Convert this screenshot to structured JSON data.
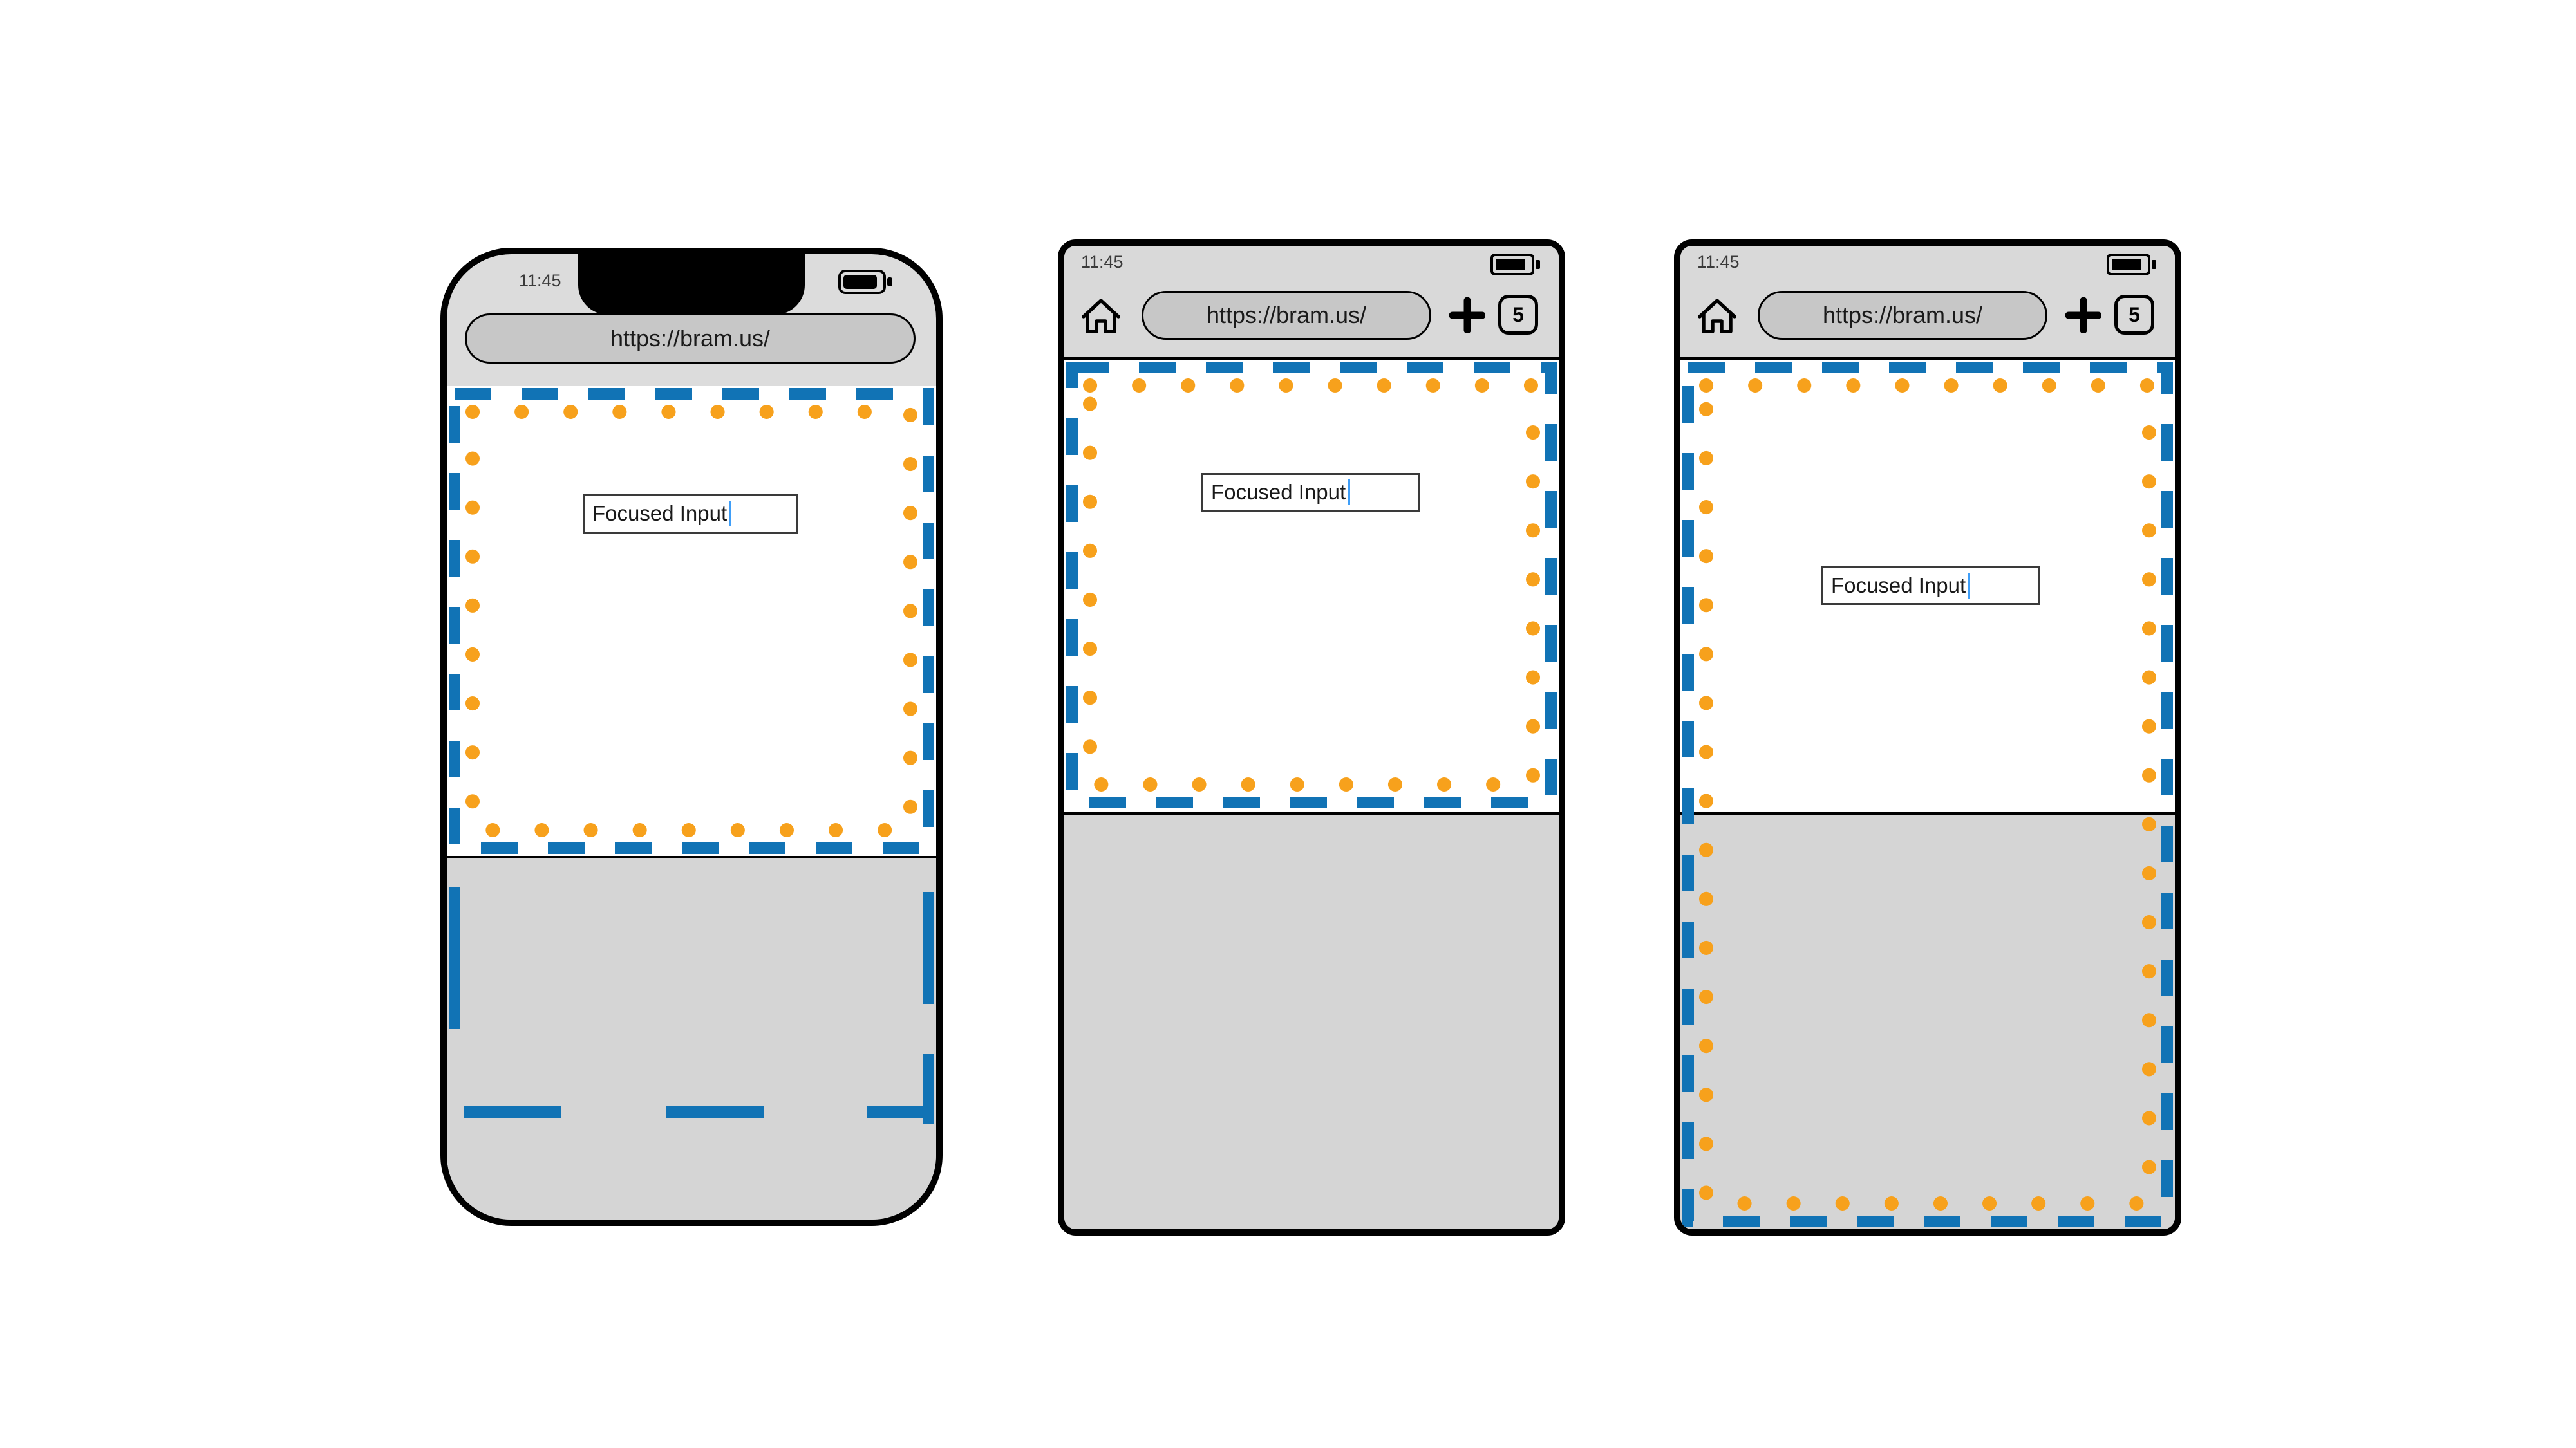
{
  "diagram": {
    "background": "#ffffff"
  },
  "colors": {
    "dash_blue": "#1173b5",
    "dot_orange": "#f7a11c",
    "caret_blue": "#3f9ef8",
    "phone_body_gray": "#dcdcdc",
    "browser_chrome_gray": "#d9d9d9",
    "url_pill_gray": "#c7c7c7",
    "keyboard_gray": "#d5d5d5"
  },
  "phones": [
    {
      "name": "iphone",
      "status": {
        "time": "11:45",
        "battery_icon": "battery-icon",
        "notch_icon": "notch"
      },
      "url_bar": {
        "text": "https://bram.us/"
      },
      "page": {
        "input_value": "Focused Input",
        "caret_icon": "text-caret"
      }
    },
    {
      "name": "android-left",
      "status": {
        "time": "11:45",
        "battery_icon": "battery-icon"
      },
      "toolbar": {
        "home_icon": "home-icon",
        "url_text": "https://bram.us/",
        "new_tab_icon": "plus-icon",
        "tab_count": "5"
      },
      "page": {
        "input_value": "Focused Input",
        "caret_icon": "text-caret"
      }
    },
    {
      "name": "android-right",
      "status": {
        "time": "11:45",
        "battery_icon": "battery-icon"
      },
      "toolbar": {
        "home_icon": "home-icon",
        "url_text": "https://bram.us/",
        "new_tab_icon": "plus-icon",
        "tab_count": "5"
      },
      "page": {
        "input_value": "Focused Input",
        "caret_icon": "text-caret"
      }
    }
  ]
}
